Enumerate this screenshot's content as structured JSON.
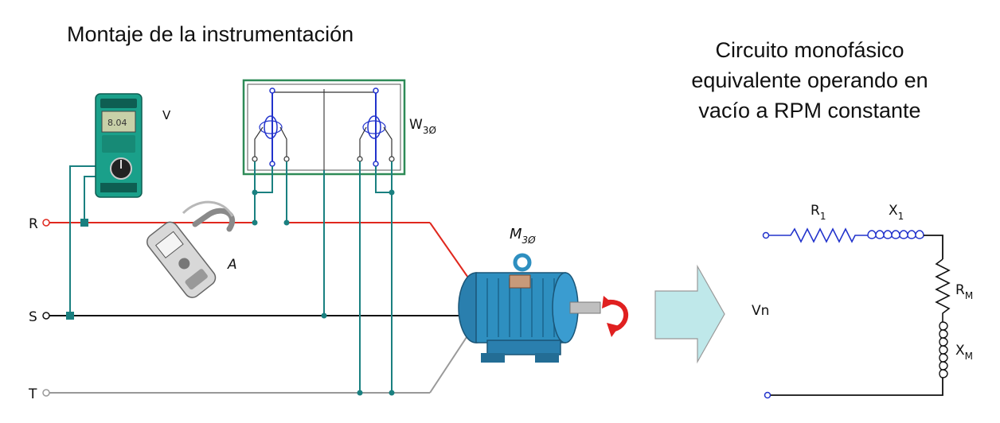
{
  "left_title": "Montaje de la instrumentación",
  "right_title": {
    "line1": "Circuito monofásico",
    "line2": "equivalente  operando en",
    "line3": "vacío a RPM constante"
  },
  "labels": {
    "voltmeter": "V",
    "ammeter": "A",
    "wattmeter_main": "W",
    "wattmeter_sub": "3Ø",
    "motor_main": "M",
    "motor_sub": "3Ø",
    "line_r": "R",
    "line_s": "S",
    "line_t": "T",
    "r1_main": "R",
    "r1_sub": "1",
    "x1_main": "X",
    "x1_sub": "1",
    "rm_main": "R",
    "rm_sub": "M",
    "xm_main": "X",
    "xm_sub": "M",
    "vn": "Vn"
  },
  "colors": {
    "line_r": "#e0281e",
    "line_s": "#111111",
    "line_t": "#999999",
    "instrument_wire": "#1a8080",
    "coil_blue": "#2233cc",
    "wattmeter_frame": "#2e8b57",
    "motor_body": "#2e8fc0",
    "arrow_fill": "#bfe8ea",
    "rotation_arrow": "#e02020",
    "meter_body": "#1aa08a"
  },
  "icons": [
    "multimeter-icon",
    "clamp-ammeter-icon",
    "three-phase-wattmeter-icon",
    "three-phase-motor-icon",
    "rotation-arrow-icon",
    "right-arrow-icon"
  ]
}
